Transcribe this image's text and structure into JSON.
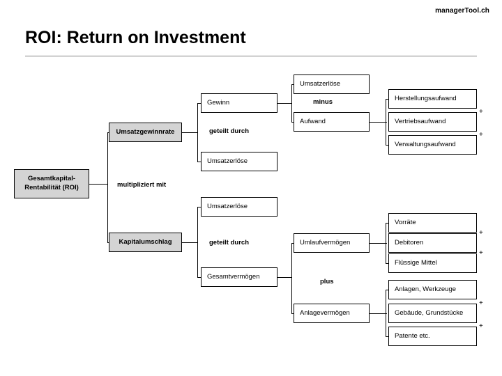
{
  "header": {
    "brand": "managerTool.ch",
    "title": "ROI: Return on Investment"
  },
  "diagram": {
    "type": "tree",
    "root": {
      "label": "Gesamtkapital-\nRentabilität (ROI)",
      "line1": "Gesamtkapital-",
      "line2": "Rentabilität (ROI)"
    },
    "operators": {
      "root_op": "multipliziert mit",
      "gewinn_op": "geteilt durch",
      "umlauf_op": "geteilt durch",
      "aufwand_op": "minus",
      "vermoegen_op": "plus"
    },
    "boxes": {
      "umsatzgewinnrate": "Umsatzgewinnrate",
      "kapitalumschlag": "Kapitalumschlag",
      "gewinn": "Gewinn",
      "umsatzerloese_1": "Umsatzerlöse",
      "umsatzerloese_2": "Umsatzerlöse",
      "umsatzerloese_3": "Umsatzerlöse",
      "gesamtvermoegen": "Gesamtvermögen",
      "umsatzerloese_top": "Umsatzerlöse",
      "aufwand": "Aufwand",
      "herstellungsaufwand": "Herstellungsaufwand",
      "vertriebsaufwand": "Vertriebsaufwand",
      "verwaltungsaufwand": "Verwaltungsaufwand",
      "umlaufvermoegen": "Umlaufvermögen",
      "anlagevermoegen": "Anlagevermögen",
      "vorraete": "Vorräte",
      "debitoren": "Debitoren",
      "fluessige_mittel": "Flüssige Mittel",
      "anlagen_werkzeuge": "Anlagen, Werkzeuge",
      "gebaeude_grundstuecke": "Gebäude, Grundstücke",
      "patente": "Patente etc."
    },
    "plus_signs": [
      "+",
      "+",
      "+",
      "+",
      "+",
      "+"
    ]
  }
}
